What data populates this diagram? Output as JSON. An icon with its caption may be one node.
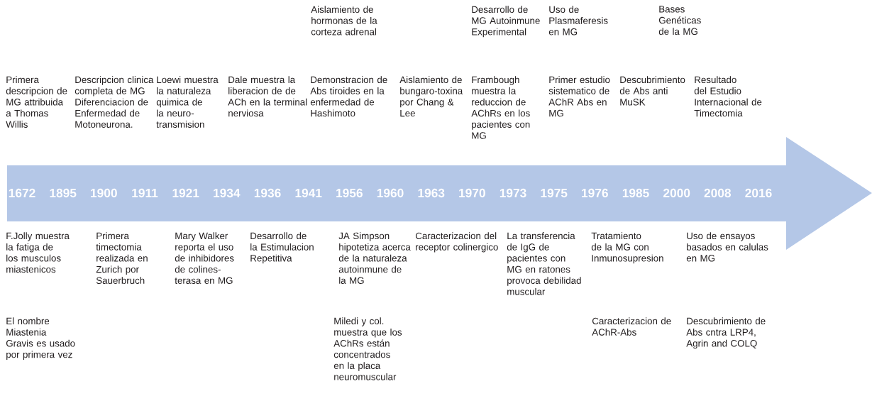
{
  "diagram": {
    "nodes": [
      {
        "text": [
          "1672",
          "1895",
          "1900",
          "1911",
          "1921",
          "1934",
          "1936",
          "1941",
          "1956",
          "1960",
          "1963",
          "1970",
          "1973",
          "1975",
          "1976",
          "1985",
          "2000",
          "2008",
          "2016"
        ]
      }
    ],
    "labels": [
      "Aislamiento de hormonas de la corteza adrenal",
      "Desarrollo de MG Autoinmune Experimental",
      "Uso de Plasmaferesis en MG",
      "Bases Genéticas de la  MG",
      "Primera descripcion de MG attribuida a Thomas Willis",
      "Descripcion clinica completa de MG Diferenciacion de Enfermedad de Motoneurona.",
      "Loewi muestra la naturaleza quimica de la neuro-transmision",
      "Dale muestra la liberacion de de ACh en la terminal nerviosa",
      "Demonstracion de Abs tiroides en la enfermedad de Hashimoto",
      "Aislamiento de bungaro-toxina por  Chang & Lee",
      "Frambough muestra la reduccion de AChRs en los pacientes con MG",
      "Primer estudio sistematico de AChR Abs en  MG",
      "Descubrimiento de Abs anti MuSK",
      "Resultado del Estudio Internacional de Timectomia",
      "F.Jolly muestra la fatiga de los musculos miastenicos",
      "Primera timectomia realizada en Zurich por Sauerbruch",
      "Mary Walker reporta el uso de inhibidores de colines-terasa en MG",
      "Desarrollo de la Estimulacion Repetitiva",
      "JA Simpson hipotetiza acerca de la naturaleza autoinmune de la MG",
      "Caracterizacion del receptor colinergico",
      "La transferencia de  IgG de pacientes con MG en ratones provoca debilidad muscular",
      "Tratamiento de la MG con Inmunosupresion",
      "Uso de ensayos basados en calulas en MG",
      "El nombre Miastenia Gravis es usado por primera vez",
      "Miledi  y col. muestra que los AChRs están concentrados en la placa neuromuscular",
      "Caracterizacion de  AChR-Abs",
      "Descubrimiento de Abs cntra LRP4, Agrin and COLQ"
    ]
  }
}
